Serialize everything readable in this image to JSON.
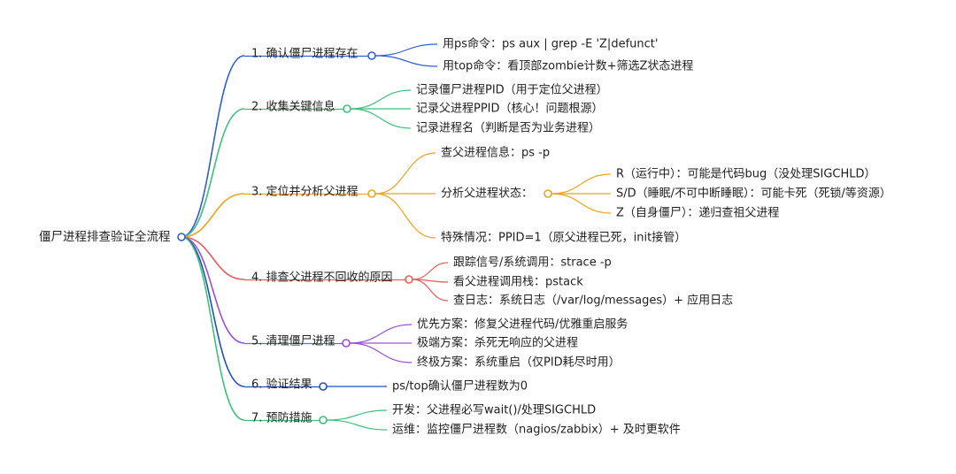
{
  "root": {
    "label": "僵尸进程排查验证全流程"
  },
  "branches": [
    {
      "label": "1. 确认僵尸进程存在",
      "color": "#2f5ed8",
      "children": [
        {
          "label": "用ps命令：ps aux | grep -E 'Z|defunct'"
        },
        {
          "label": "用top命令：看顶部zombie计数+筛选Z状态进程"
        }
      ]
    },
    {
      "label": "2. 收集关键信息",
      "color": "#3cc27a",
      "children": [
        {
          "label": "记录僵尸进程PID（用于定位父进程）"
        },
        {
          "label": "记录父进程PPID（核心！问题根源）"
        },
        {
          "label": "记录进程名（判断是否为业务进程）"
        }
      ]
    },
    {
      "label": "3. 定位并分析父进程",
      "color": "#f3a21e",
      "children": [
        {
          "label": "查父进程信息：ps -p"
        },
        {
          "label": "分析父进程状态：",
          "children": [
            {
              "label": "R（运行中）：可能是代码bug（没处理SIGCHLD）"
            },
            {
              "label": "S/D（睡眠/不可中断睡眠）：可能卡死（死锁/等资源）"
            },
            {
              "label": "Z（自身僵尸）：递归查祖父进程"
            }
          ]
        },
        {
          "label": "特殊情况：PPID=1（原父进程已死，init接管）"
        }
      ]
    },
    {
      "label": "4. 排查父进程不回收的原因",
      "color": "#ec5a5a",
      "children": [
        {
          "label": "跟踪信号/系统调用：strace -p"
        },
        {
          "label": "看父进程调用栈：pstack"
        },
        {
          "label": "查日志：系统日志（/var/log/messages）+ 应用日志"
        }
      ]
    },
    {
      "label": "5. 清理僵尸进程",
      "color": "#9b4fd6",
      "children": [
        {
          "label": "优先方案：修复父进程代码/优雅重启服务"
        },
        {
          "label": "极端方案：杀死无响应的父进程"
        },
        {
          "label": "终极方案：系统重启（仅PID耗尽时用）"
        }
      ]
    },
    {
      "label": "6. 验证结果",
      "color": "#1f4fc8",
      "children": [
        {
          "label": "ps/top确认僵尸进程数为0"
        }
      ]
    },
    {
      "label": "7. 预防措施",
      "color": "#3cc27a",
      "children": [
        {
          "label": "开发：父进程必写wait()/处理SIGCHLD"
        },
        {
          "label": "运维：监控僵尸进程数（nagios/zabbix）+ 及时更软件"
        }
      ]
    }
  ]
}
